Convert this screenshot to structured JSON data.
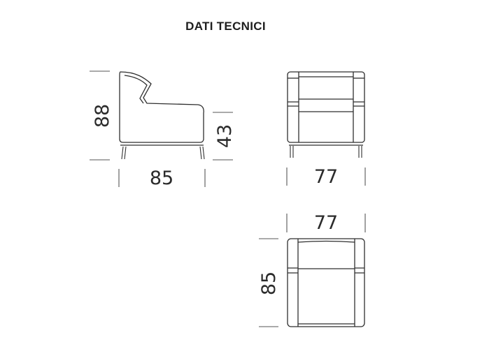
{
  "title": "DATI TECNICI",
  "views": {
    "side": {
      "height_label": "88",
      "depth_label": "85",
      "seat_height_label": "43"
    },
    "front": {
      "width_label": "77"
    },
    "top": {
      "width_label": "77",
      "depth_label": "85"
    }
  }
}
